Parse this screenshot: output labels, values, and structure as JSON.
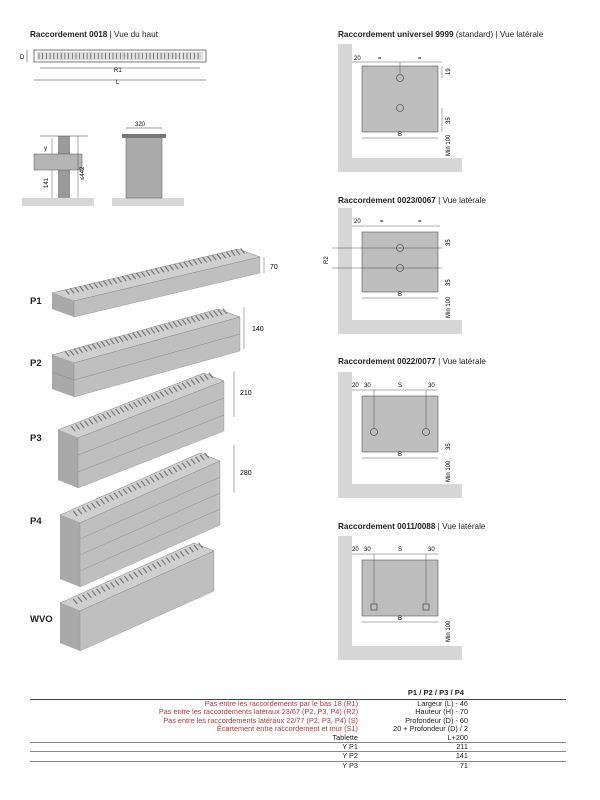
{
  "top_view": {
    "title_bold": "Raccordement 0018",
    "title_rest": " | Vue du haut",
    "labels": {
      "d": "D",
      "r1": "R1",
      "l": "L"
    }
  },
  "section_view": {
    "labels": {
      "width": "320",
      "y": "y",
      "height": "≤442",
      "base": "141"
    }
  },
  "products": [
    {
      "label": "P1",
      "dim": "70"
    },
    {
      "label": "P2",
      "dim": "140"
    },
    {
      "label": "P3",
      "dim": "210"
    },
    {
      "label": "P4",
      "dim": "280"
    },
    {
      "label": "WVO",
      "dim": ""
    }
  ],
  "connections": [
    {
      "title_bold": "Raccordement universel 9999",
      "title_rest": " (standard) | Vue latérale",
      "labels": {
        "left": "20",
        "eq1": "=",
        "eq2": "=",
        "top": "19",
        "mid": "35",
        "b": "B",
        "min": "Min 100"
      }
    },
    {
      "title_bold": "Raccordement 0023/0067",
      "title_rest": " | Vue latérale",
      "labels": {
        "left": "20",
        "eq1": "=",
        "eq2": "=",
        "top": "35",
        "mid": "35",
        "r2": "R2",
        "b": "B",
        "min": "Min 100"
      }
    },
    {
      "title_bold": "Raccordement 0022/0077",
      "title_rest": " | Vue latérale",
      "labels": {
        "left": "20",
        "l30": "30",
        "s": "S",
        "r30": "30",
        "mid": "35",
        "b": "B",
        "min": "Min 100"
      }
    },
    {
      "title_bold": "Raccordement 0011/0088",
      "title_rest": " | Vue latérale",
      "labels": {
        "left": "20",
        "l30": "30",
        "s": "S",
        "r30": "30",
        "b": "B",
        "min": "Min 100"
      }
    }
  ],
  "table": {
    "header": "P1 / P2 / P3 / P4",
    "rows": [
      {
        "label": "Pas entre les raccordements par le bas 18 (R1)",
        "value": "Largeur (L) - 46",
        "accent": true
      },
      {
        "label": "Pas entre les raccordements latéraux 23/67 (P2, P3, P4) (R2)",
        "value": "Hauteur (H) - 70",
        "accent": true
      },
      {
        "label": "Pas entre les raccordements latéraux 22/77 (P2, P3, P4) (S)",
        "value": "Profondeur (D) - 60",
        "accent": true
      },
      {
        "label": "Écartement entre raccordement et mur (S1)",
        "value": "20 + Profondeur (D) / 2",
        "accent": true
      },
      {
        "label": "Tablette",
        "value": "L+200",
        "accent": false
      },
      {
        "label": "Y P1",
        "value": "211",
        "accent": false
      },
      {
        "label": "Y P2",
        "value": "141",
        "accent": false
      },
      {
        "label": "Y P3",
        "value": "71",
        "accent": false
      }
    ]
  },
  "colors": {
    "accent": "#c0343a",
    "panel": "#bdbdbd",
    "wall": "#d6d6d6"
  }
}
